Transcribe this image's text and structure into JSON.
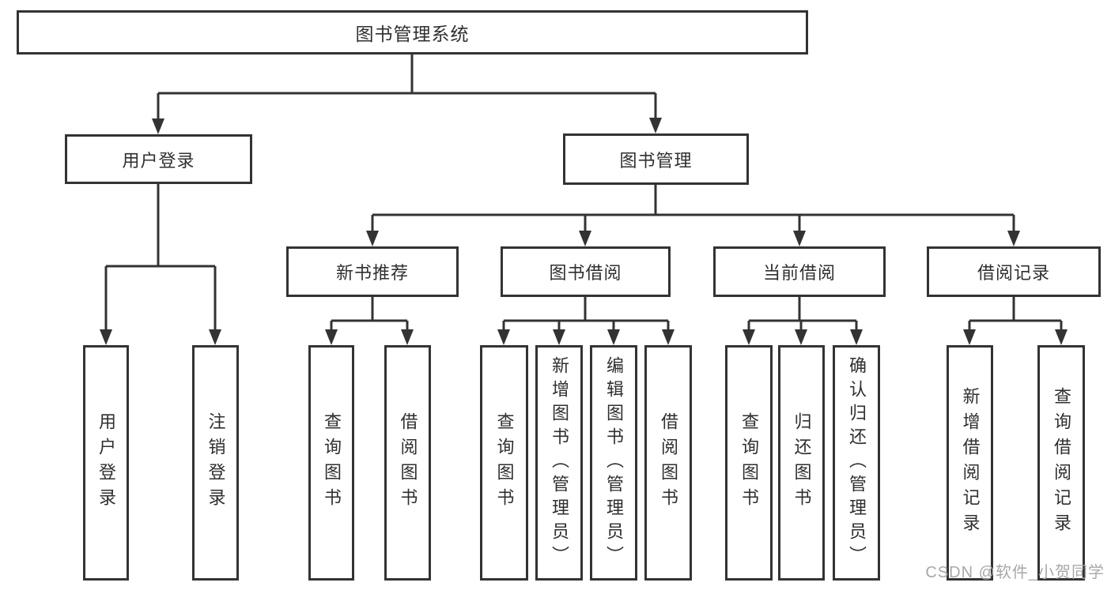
{
  "diagram": {
    "root": {
      "label": "图书管理系统"
    },
    "level2": [
      {
        "label": "用户登录"
      },
      {
        "label": "图书管理"
      }
    ],
    "level3": [
      {
        "label": "新书推荐"
      },
      {
        "label": "图书借阅"
      },
      {
        "label": "当前借阅"
      },
      {
        "label": "借阅记录"
      }
    ],
    "leaves": {
      "user_login": [
        {
          "label": "用户登录"
        },
        {
          "label": "注销登录"
        }
      ],
      "new_book_recommend": [
        {
          "label": "查询图书"
        },
        {
          "label": "借阅图书"
        }
      ],
      "book_borrow": [
        {
          "label": "查询图书"
        },
        {
          "label": "新增图书（管理员）"
        },
        {
          "label": "编辑图书（管理员）"
        },
        {
          "label": "借阅图书"
        }
      ],
      "current_borrow": [
        {
          "label": "查询图书"
        },
        {
          "label": "归还图书"
        },
        {
          "label": "确认归还（管理员）"
        }
      ],
      "borrow_records": [
        {
          "label": "新增借阅记录"
        },
        {
          "label": "查询借阅记录"
        }
      ]
    }
  },
  "watermark": {
    "text": "CSDN @软件_小贺同学"
  },
  "colors": {
    "line": "#333333",
    "text": "#2f2f2f",
    "watermark": "#a8a8a8",
    "background": "#ffffff"
  }
}
